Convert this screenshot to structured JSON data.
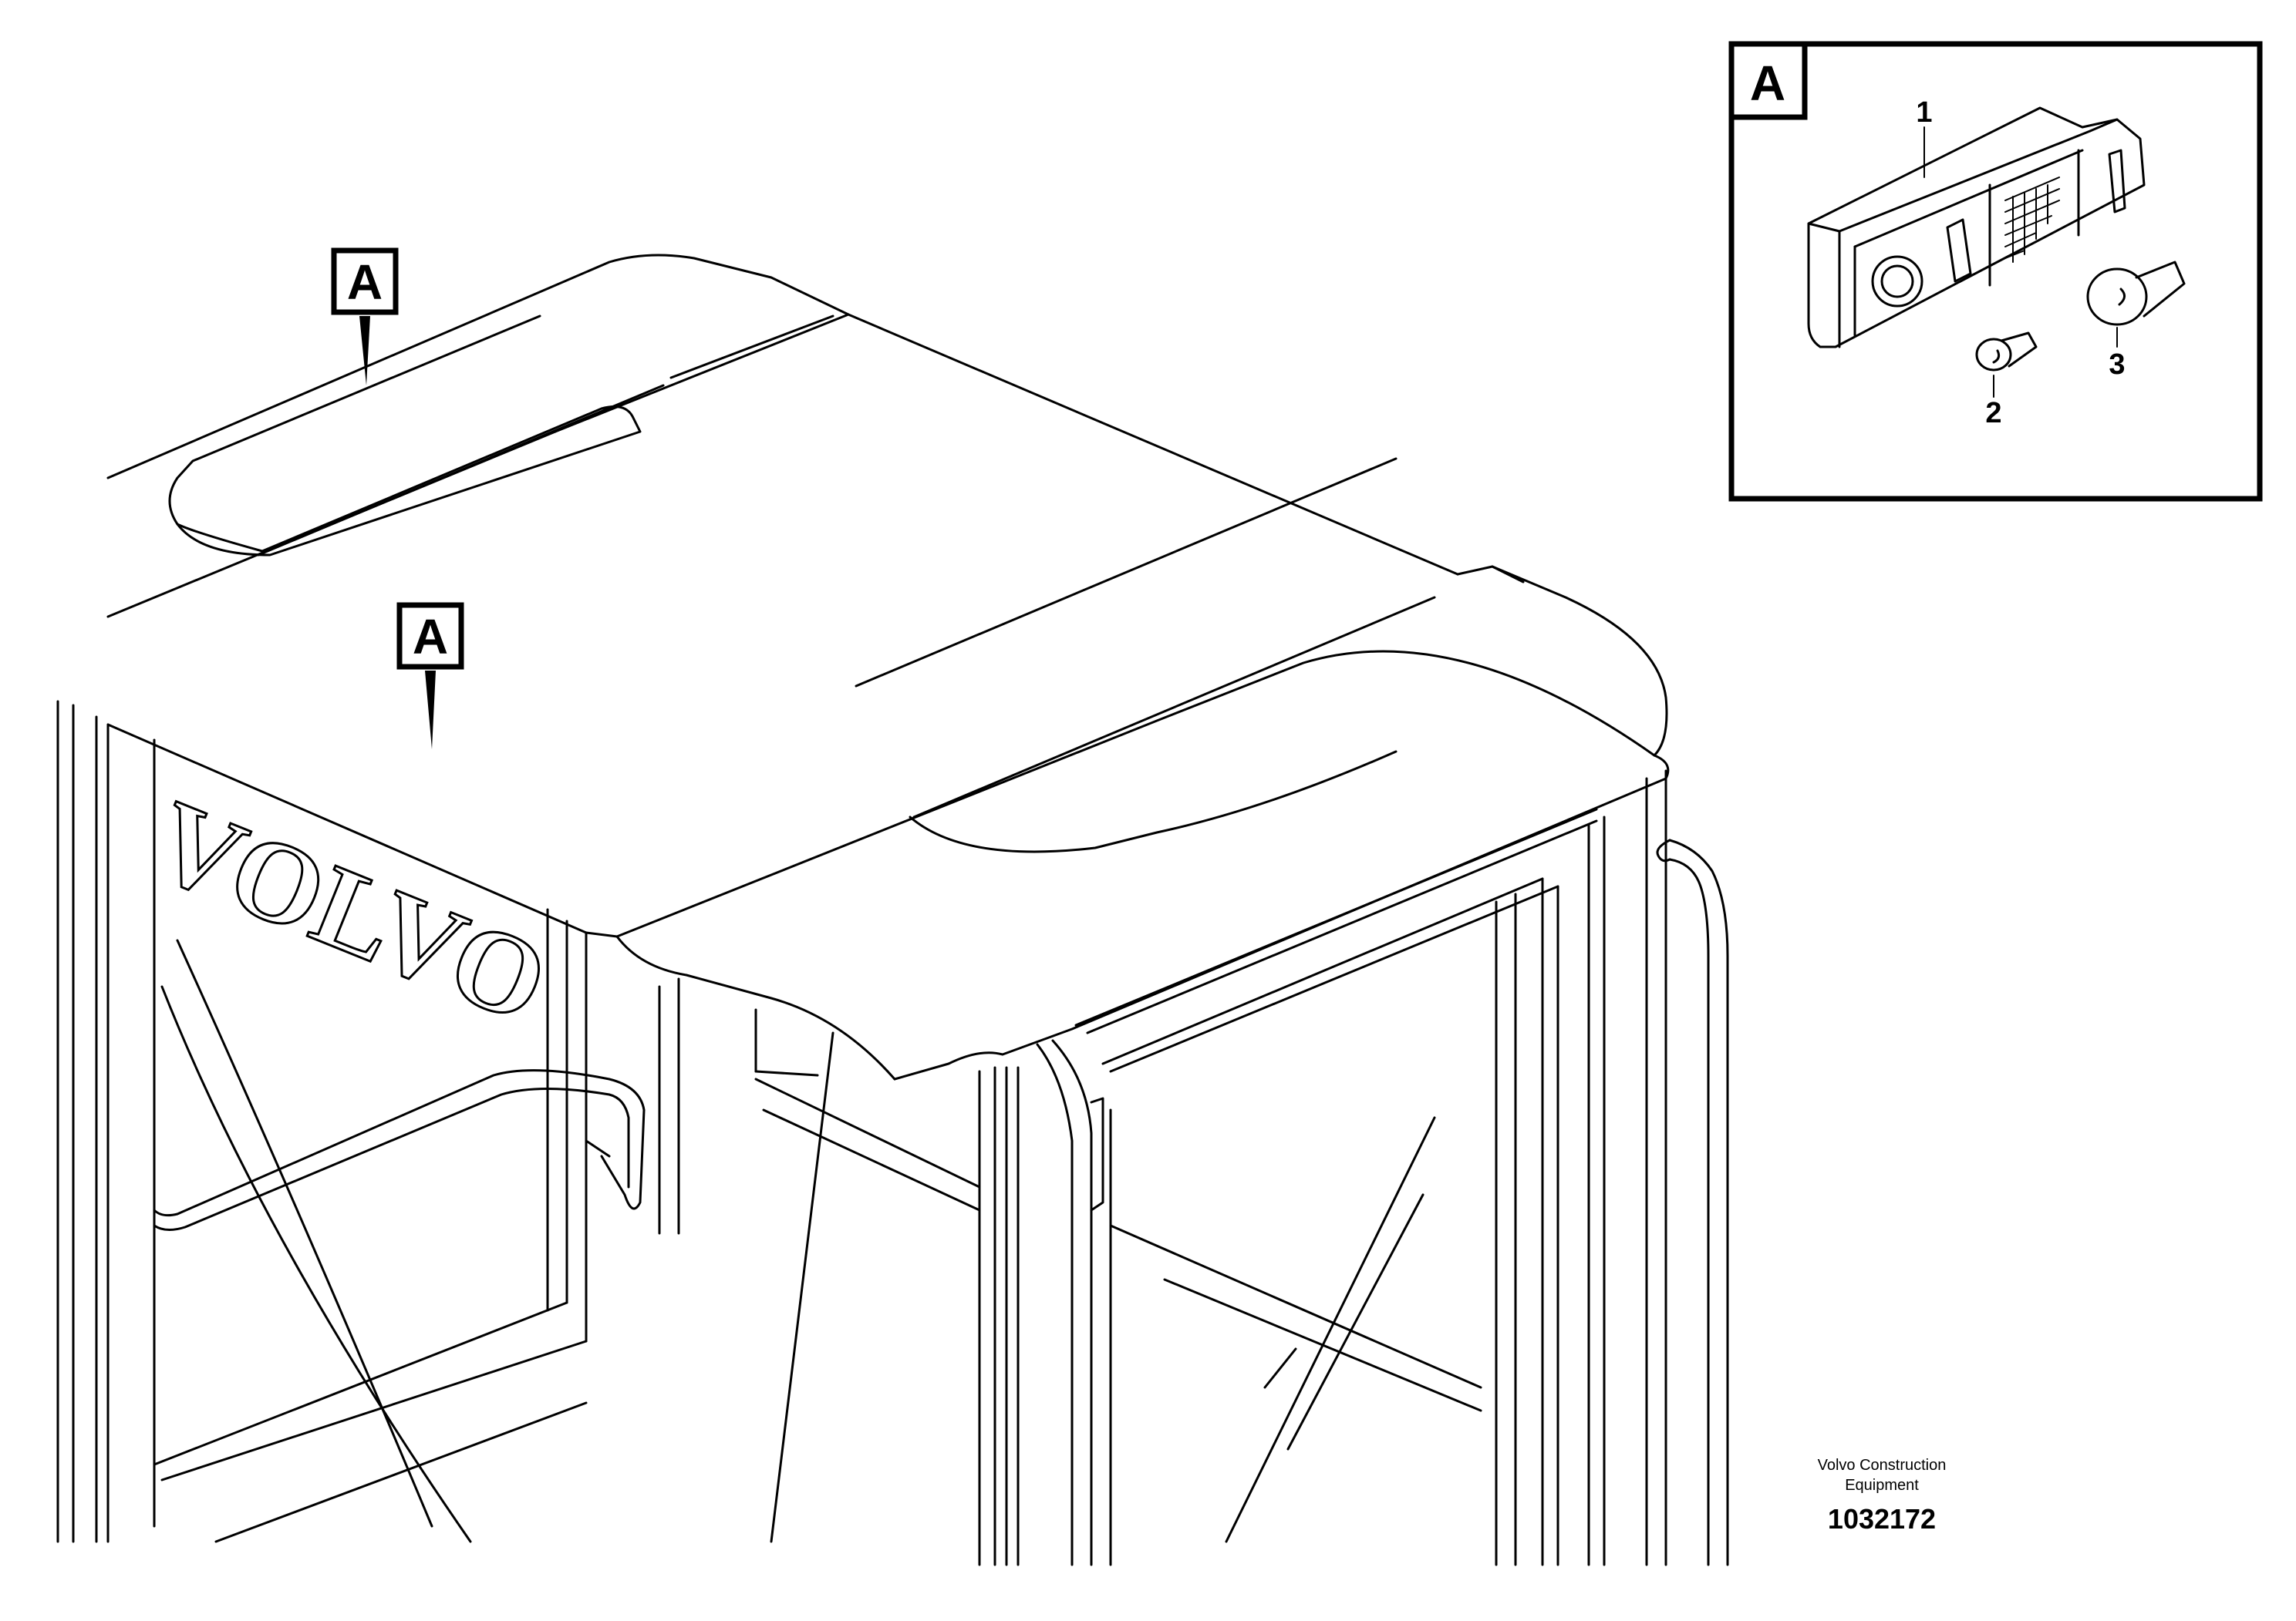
{
  "callouts": {
    "main_upper_label": "A",
    "main_lower_label": "A",
    "detail_label": "A"
  },
  "detail_items": [
    {
      "number": "1",
      "part": "interior-lamp"
    },
    {
      "number": "2",
      "part": "small-bulb"
    },
    {
      "number": "3",
      "part": "large-bulb"
    }
  ],
  "logo_text": "VOLVO",
  "footer": {
    "company_line1": "Volvo Construction",
    "company_line2": "Equipment",
    "drawing_number": "1032172"
  }
}
